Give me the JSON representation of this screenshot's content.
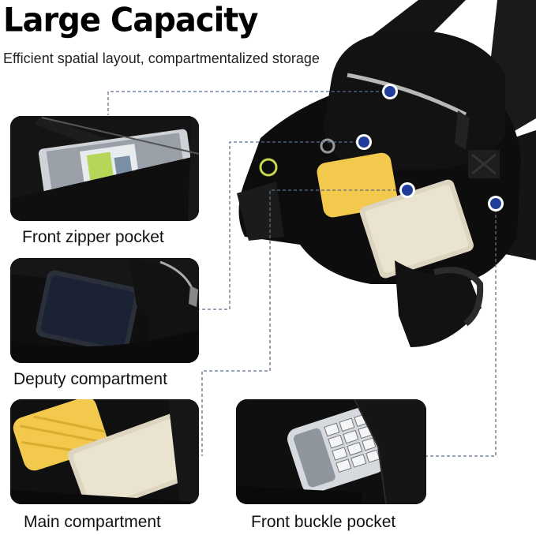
{
  "header": {
    "title": "Large Capacity",
    "subtitle": "Efficient spatial layout, compartmentalized storage"
  },
  "features": [
    {
      "label": "Front zipper pocket"
    },
    {
      "label": "Deputy compartment"
    },
    {
      "label": "Main compartment"
    },
    {
      "label": "Front buckle pocket"
    }
  ],
  "colors": {
    "bag": "#0d0d0d",
    "marker": "#1f3d99",
    "guide_line": "#5a6f8a",
    "power_bank": "#f2c94c",
    "phone_screen": "#1b2233"
  },
  "icons": [
    "location-dot-icon"
  ]
}
